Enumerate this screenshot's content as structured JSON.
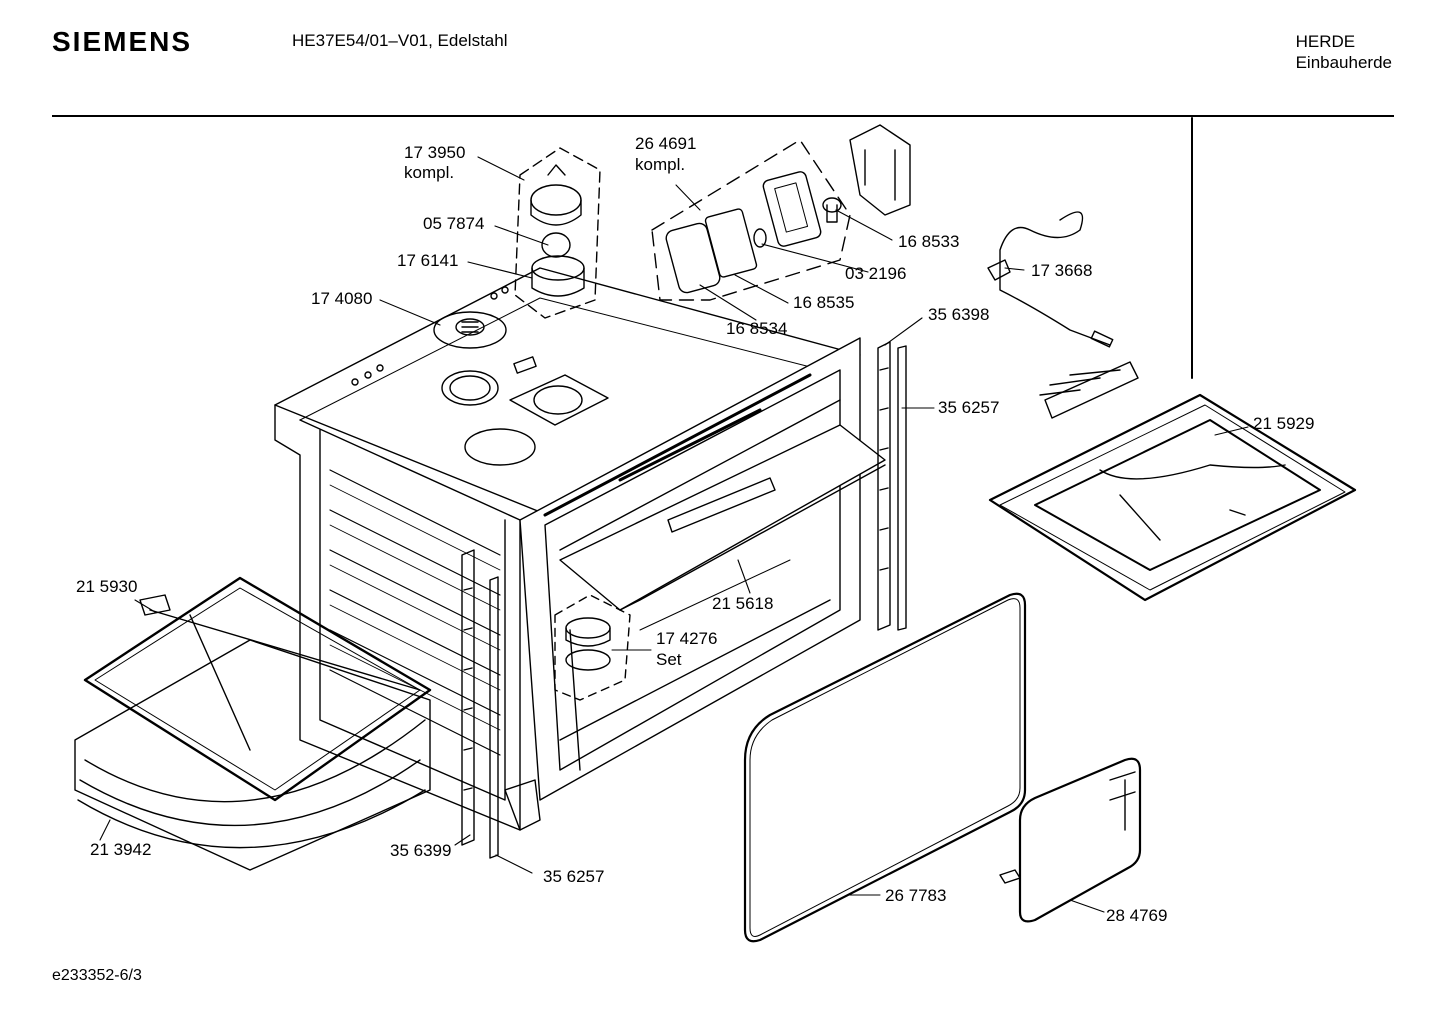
{
  "header": {
    "brand": "SIEMENS",
    "model": "HE37E54/01–V01, Edelstahl",
    "category_line1": "HERDE",
    "category_line2": "Einbauherde"
  },
  "footer": {
    "drawing_id": "e233352-6/3"
  },
  "parts": {
    "p173950": "17 3950",
    "p173950_sub": "kompl.",
    "p057874": "05 7874",
    "p176141": "17 6141",
    "p174080": "17 4080",
    "p264691": "26 4691",
    "p264691_sub": "kompl.",
    "p168533": "16 8533",
    "p032196": "03 2196",
    "p168535": "16 8535",
    "p168534": "16 8534",
    "p173668": "17 3668",
    "p356398": "35 6398",
    "p356257a": "35 6257",
    "p215929": "21 5929",
    "p215930": "21 5930",
    "p215618": "21 5618",
    "p174276": "17 4276",
    "p174276_sub": "Set",
    "p213942": "21 3942",
    "p356399": "35 6399",
    "p356257b": "35 6257",
    "p267783": "26 7783",
    "p284769": "28 4769"
  }
}
